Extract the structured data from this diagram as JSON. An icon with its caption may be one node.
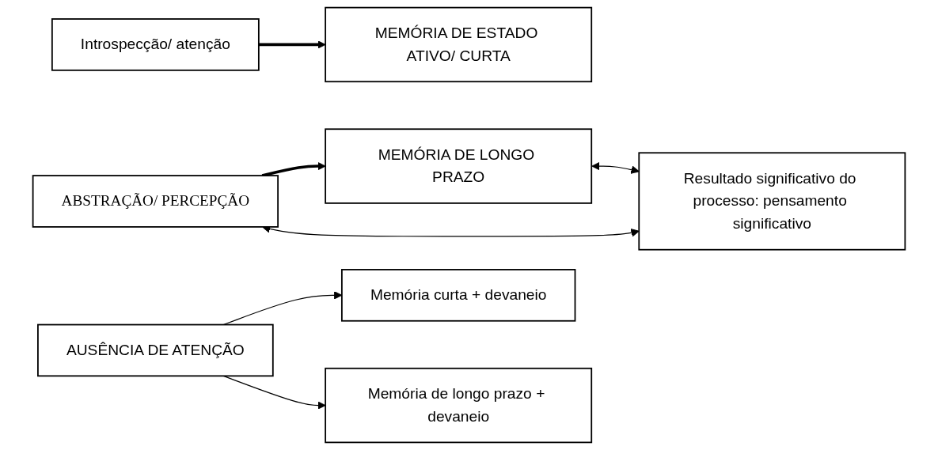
{
  "diagram": {
    "nodes": [
      {
        "text": [
          "Introspecção/ atenção"
        ]
      },
      {
        "text": [
          "ABSTRAÇÃO/ PERCEPÇÃO"
        ]
      },
      {
        "text": [
          "MEMÓRIA DE LONGO PRAZO"
        ]
      },
      {
        "text": [
          "MEMÓRIA DE ESTADO ATIVO/ CURTA"
        ]
      },
      {
        "text": [
          "Resultado significativo do processo: pensamento significativo"
        ]
      },
      {
        "text": [
          "AUSÊNCIA DE ATENÇÃO"
        ]
      },
      {
        "text": [
          "Memória curta + devaneio"
        ]
      },
      {
        "text": [
          "Memória de longo prazo + devaneio"
        ]
      }
    ],
    "edges": [
      {
        "from": 0,
        "to": 3,
        "arrow": "to",
        "style": "thick"
      },
      {
        "from": 1,
        "to": 2,
        "arrow": "to",
        "style": "thick"
      },
      {
        "from": 2,
        "to": 4,
        "arrow": "both"
      },
      {
        "from": 1,
        "to": 4,
        "arrow": "both"
      },
      {
        "from": 5,
        "to": 6,
        "arrow": "to"
      },
      {
        "from": 5,
        "to": 7,
        "arrow": "to"
      }
    ]
  }
}
